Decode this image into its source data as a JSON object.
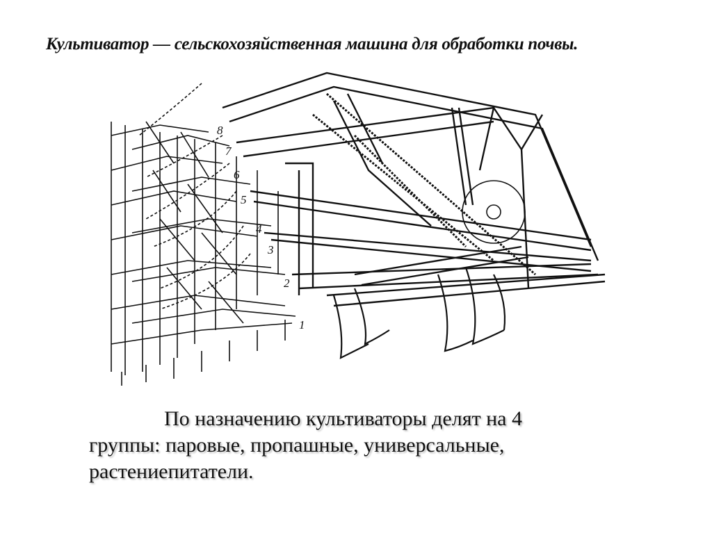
{
  "slide": {
    "title": "Культиватор — сельскохозяйственная машина для обработки почвы.",
    "body_line1": "По назначению культиваторы делят на 4",
    "body_line2": "группы: паровые, пропашные, универсальные,",
    "body_line3": "растениепитатели."
  },
  "figure": {
    "description": "Line drawing of a cultivator with harrow sections and tines",
    "labels": [
      "1",
      "2",
      "3",
      "4",
      "5",
      "6",
      "7",
      "8"
    ]
  }
}
